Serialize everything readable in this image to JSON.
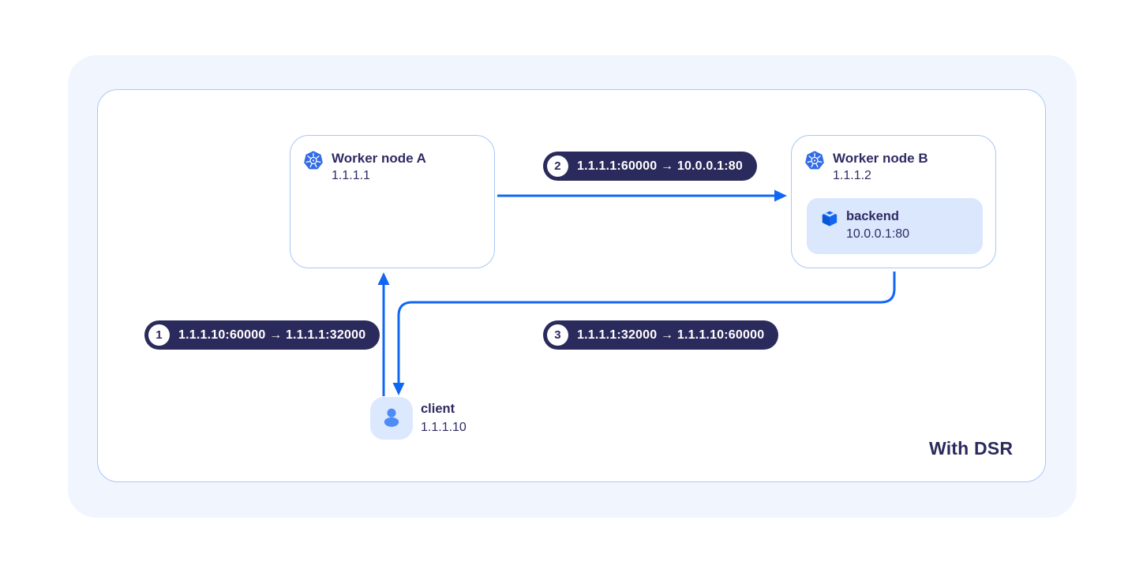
{
  "diagram": {
    "caption": "With DSR"
  },
  "colors": {
    "arrow_blue": "#1167f2",
    "navy": "#2b2a5c",
    "node_border": "#a9c7f7",
    "outer_background": "#f1f6fe",
    "pod_background": "#dbe7fd",
    "kubernetes_blue": "#326ce5",
    "avatar_blue": "#4d8cf6"
  },
  "nodes": {
    "worker_a": {
      "title": "Worker node A",
      "ip": "1.1.1.1",
      "icon": "kubernetes-icon"
    },
    "worker_b": {
      "title": "Worker node B",
      "ip": "1.1.1.2",
      "icon": "kubernetes-icon"
    },
    "backend_pod": {
      "title": "backend",
      "address": "10.0.0.1:80",
      "icon": "cube-icon"
    },
    "client": {
      "title": "client",
      "ip": "1.1.1.10",
      "icon": "person-icon"
    }
  },
  "flow_labels": [
    {
      "step": "1",
      "text": "1.1.1.10:60000 → 1.1.1.1:32000"
    },
    {
      "step": "2",
      "text": "1.1.1.1:60000 → 10.0.0.1:80"
    },
    {
      "step": "3",
      "text": "1.1.1.1:32000 → 1.1.1.10:60000"
    }
  ]
}
